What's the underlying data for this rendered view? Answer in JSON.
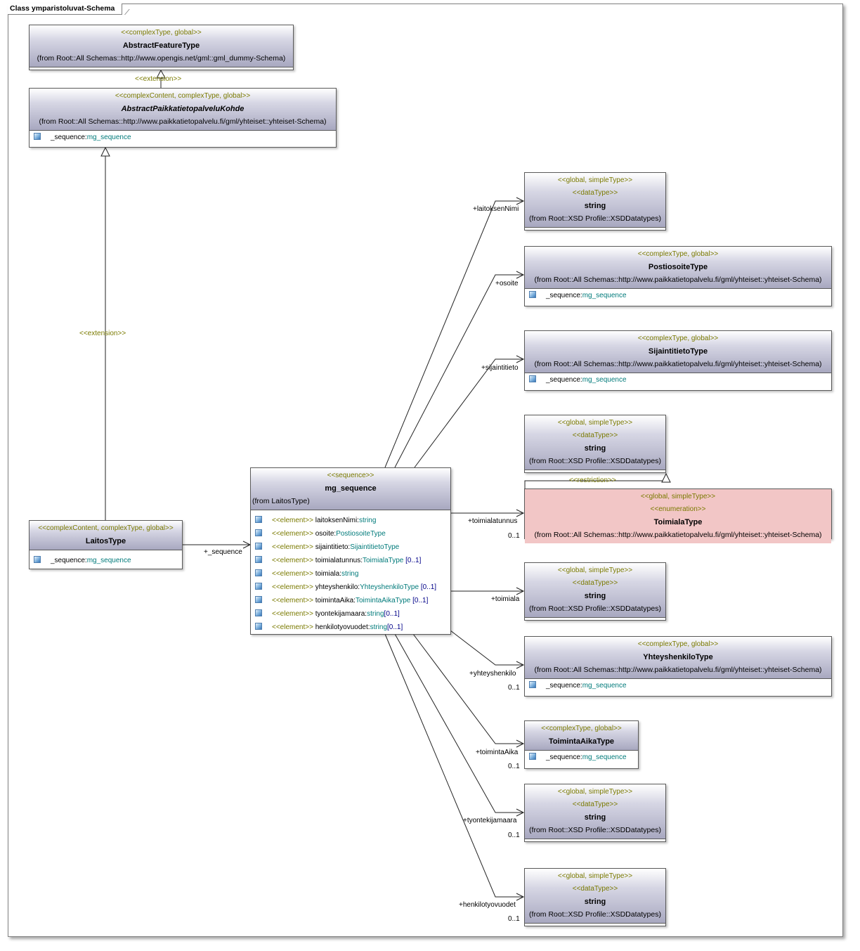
{
  "frame": {
    "title": "Class ymparistoluvat-Schema"
  },
  "classes": {
    "abstract_feature_type": {
      "stereotype": "<<complexType, global>>",
      "name": "AbstractFeatureType",
      "from": "(from Root::All Schemas::http://www.opengis.net/gml::gml_dummy-Schema)"
    },
    "abstract_kohde": {
      "stereotype": "<<complexContent, complexType, global>>",
      "name": "AbstractPaikkatietopalveluKohde",
      "from": "(from Root::All Schemas::http://www.paikkatietopalvelu.fi/gml/yhteiset::yhteiset-Schema)",
      "attr_name": "_sequence:",
      "attr_type": "mg_sequence"
    },
    "laitos_type": {
      "stereotype": "<<complexContent, complexType, global>>",
      "name": "LaitosType",
      "attr_name": "_sequence:",
      "attr_type": "mg_sequence"
    },
    "mg_sequence": {
      "stereotype": "<<sequence>>",
      "name": "mg_sequence",
      "from": "(from LaitosType)",
      "elements": [
        {
          "st": "<<element>>",
          "name": "laitoksenNimi:",
          "type": "string",
          "mult": ""
        },
        {
          "st": "<<element>>",
          "name": "osoite:",
          "type": "PostiosoiteType",
          "mult": ""
        },
        {
          "st": "<<element>>",
          "name": "sijaintitieto:",
          "type": "SijaintitietoType",
          "mult": ""
        },
        {
          "st": "<<element>>",
          "name": "toimialatunnus:",
          "type": "ToimialaType",
          "mult": " [0..1]"
        },
        {
          "st": "<<element>>",
          "name": "toimiala:",
          "type": "string",
          "mult": ""
        },
        {
          "st": "<<element>>",
          "name": "yhteyshenkilo:",
          "type": "YhteyshenkiloType",
          "mult": " [0..1]"
        },
        {
          "st": "<<element>>",
          "name": "toimintaAika:",
          "type": "ToimintaAikaType",
          "mult": " [0..1]"
        },
        {
          "st": "<<element>>",
          "name": "tyontekijamaara:",
          "type": "string",
          "mult": "[0..1]"
        },
        {
          "st": "<<element>>",
          "name": "henkilotyovuodet:",
          "type": "string",
          "mult": "[0..1]"
        }
      ]
    },
    "string_1": {
      "stereotype": "<<global, simpleType>>",
      "stereotype2": "<<dataType>>",
      "name": "string",
      "from": "(from Root::XSD Profile::XSDDatatypes)"
    },
    "postiosoite": {
      "stereotype": "<<complexType, global>>",
      "name": "PostiosoiteType",
      "from": "(from Root::All Schemas::http://www.paikkatietopalvelu.fi/gml/yhteiset::yhteiset-Schema)",
      "attr_name": "_sequence:",
      "attr_type": "mg_sequence"
    },
    "sijaintitieto": {
      "stereotype": "<<complexType, global>>",
      "name": "SijaintitietoType",
      "from": "(from Root::All Schemas::http://www.paikkatietopalvelu.fi/gml/yhteiset::yhteiset-Schema)",
      "attr_name": "_sequence:",
      "attr_type": "mg_sequence"
    },
    "string_2": {
      "stereotype": "<<global, simpleType>>",
      "stereotype2": "<<dataType>>",
      "name": "string",
      "from": "(from Root::XSD Profile::XSDDatatypes)"
    },
    "toimiala_type": {
      "stereotype": "<<global, simpleType>>",
      "stereotype2": "<<enumeration>>",
      "name": "ToimialaType",
      "from": "(from Root::All Schemas::http://www.paikkatietopalvelu.fi/gml/yhteiset::yhteiset-Schema)"
    },
    "string_3": {
      "stereotype": "<<global, simpleType>>",
      "stereotype2": "<<dataType>>",
      "name": "string",
      "from": "(from Root::XSD Profile::XSDDatatypes)"
    },
    "yhteyshenkilo": {
      "stereotype": "<<complexType, global>>",
      "name": "YhteyshenkiloType",
      "from": "(from Root::All Schemas::http://www.paikkatietopalvelu.fi/gml/yhteiset::yhteiset-Schema)",
      "attr_name": "_sequence:",
      "attr_type": "mg_sequence"
    },
    "toiminta_aika": {
      "stereotype": "<<complexType, global>>",
      "name": "ToimintaAikaType",
      "attr_name": "_sequence:",
      "attr_type": "mg_sequence"
    },
    "string_4": {
      "stereotype": "<<global, simpleType>>",
      "stereotype2": "<<dataType>>",
      "name": "string",
      "from": "(from Root::XSD Profile::XSDDatatypes)"
    },
    "string_5": {
      "stereotype": "<<global, simpleType>>",
      "stereotype2": "<<dataType>>",
      "name": "string",
      "from": "(from Root::XSD Profile::XSDDatatypes)"
    }
  },
  "labels": {
    "extension_top": "<<extension>>",
    "extension_mid": "<<extension>>",
    "restriction": "<<restriction>>",
    "seq_role": "+_sequence",
    "role_laitoksenNimi": "+laitoksenNimi",
    "role_osoite": "+osoite",
    "role_sijaintitieto": "+sijaintitieto",
    "role_toimialatunnus": "+toimialatunnus",
    "mult_toimialatunnus": "0..1",
    "role_toimiala": "+toimiala",
    "role_yhteyshenkilo": "+yhteyshenkilo",
    "mult_yhteyshenkilo": "0..1",
    "role_toimintaAika": "+toimintaAika",
    "mult_toimintaAika": "0..1",
    "role_tyontekijamaara": "+tyontekijamaara",
    "mult_tyontekijamaara": "0..1",
    "role_henkilotyovuodet": "+henkilotyovuodet",
    "mult_henkilotyovuodet": "0..1"
  },
  "colors": {
    "stereotype": "#7a7a00",
    "type_link": "#007a7a",
    "multiplicity": "#000088",
    "enum_fill": "#f2c6c6"
  }
}
